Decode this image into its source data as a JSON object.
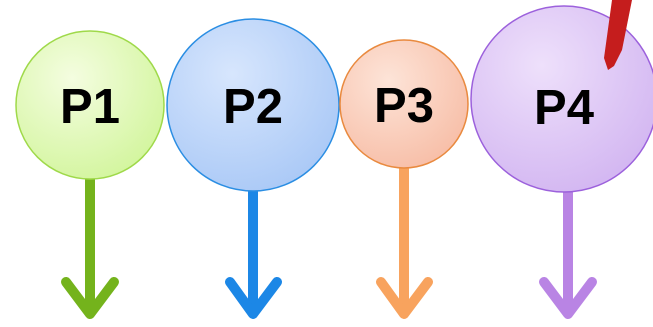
{
  "nodes": [
    {
      "label": "P1",
      "fill_start": "#f4fde0",
      "fill_end": "#d2f59c",
      "stroke": "#9fd94a",
      "arrow_color": "#74b31c"
    },
    {
      "label": "P2",
      "fill_start": "#d7e6fd",
      "fill_end": "#a9c8f6",
      "stroke": "#2b8ee3",
      "arrow_color": "#1c87e6"
    },
    {
      "label": "P3",
      "fill_start": "#fde4d8",
      "fill_end": "#f7bda6",
      "stroke": "#e98a3f",
      "arrow_color": "#f8a35e"
    },
    {
      "label": "P4",
      "fill_start": "#eee0fb",
      "fill_end": "#d2b5f1",
      "stroke": "#9c61dc",
      "arrow_color": "#b984e4"
    }
  ],
  "corner_marker": {
    "color": "#c51d1d"
  }
}
